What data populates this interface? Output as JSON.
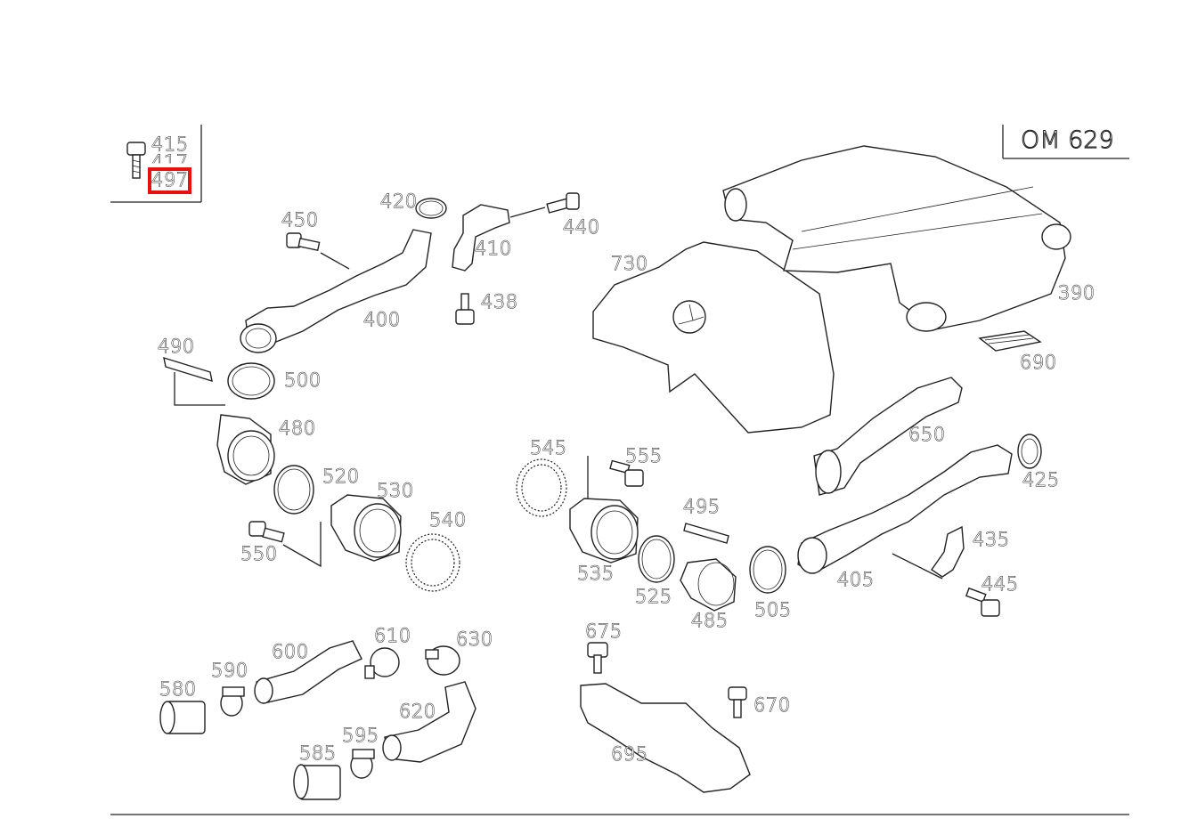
{
  "engine_label": "OM 629",
  "highlighted_part": "497",
  "legend_labels": [
    "415",
    "417",
    "497"
  ],
  "part_labels": {
    "p420": "420",
    "p440": "440",
    "p450": "450",
    "p410": "410",
    "p438": "438",
    "p400": "400",
    "p490": "490",
    "p500": "500",
    "p480": "480",
    "p520": "520",
    "p530": "530",
    "p540": "540",
    "p550": "550",
    "p545": "545",
    "p555": "555",
    "p495": "495",
    "p535": "535",
    "p525": "525",
    "p485": "485",
    "p505": "505",
    "p405": "405",
    "p435": "435",
    "p445": "445",
    "p425": "425",
    "p650": "650",
    "p730": "730",
    "p390": "390",
    "p690": "690",
    "p580": "580",
    "p590": "590",
    "p600": "600",
    "p610": "610",
    "p630": "630",
    "p620": "620",
    "p585": "585",
    "p595": "595",
    "p675": "675",
    "p670": "670",
    "p695": "695"
  }
}
